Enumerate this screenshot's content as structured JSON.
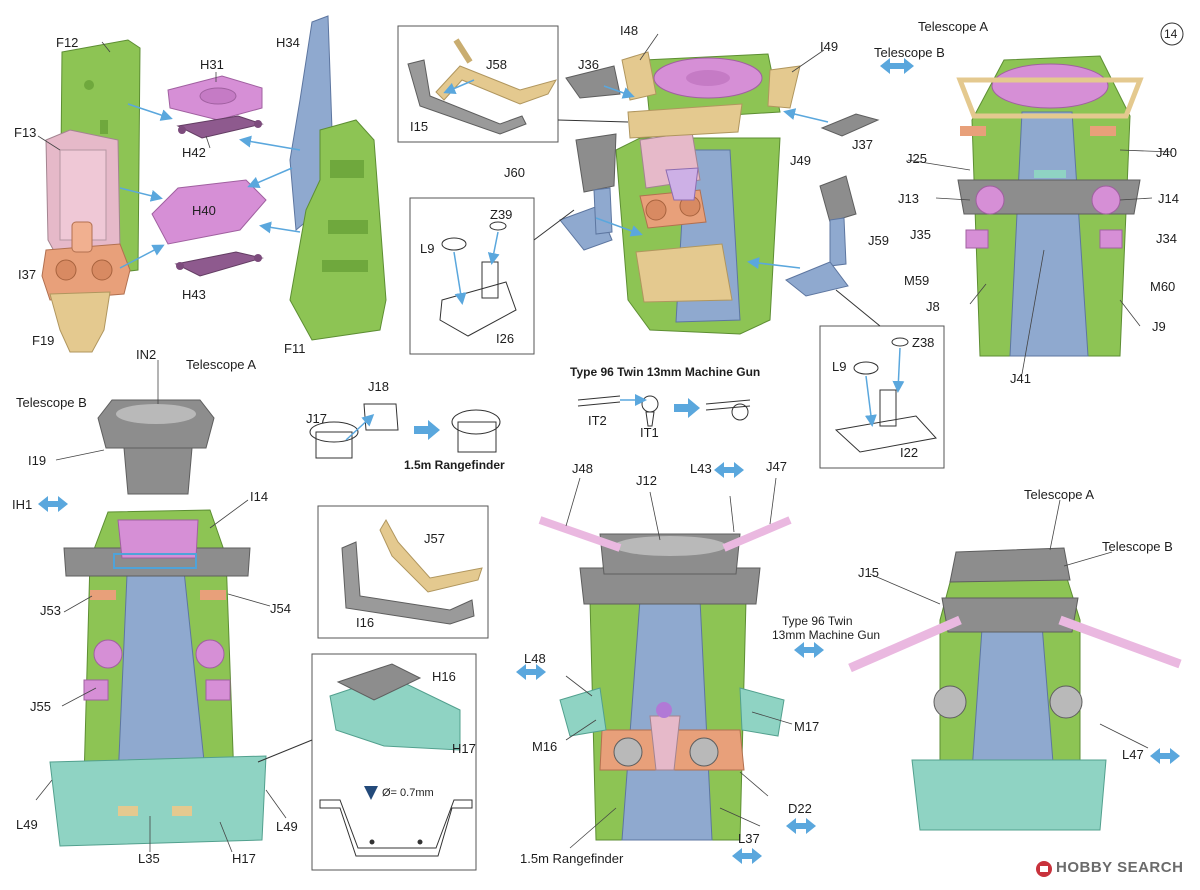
{
  "step_number": "14",
  "colors": {
    "green": "#8dc454",
    "green_dark": "#6fa83d",
    "blue": "#8fa9cf",
    "pink": "#d68fd6",
    "orange": "#e8a07a",
    "tan": "#e4c98f",
    "gray": "#8d8d8d",
    "gray_light": "#b9b9b9",
    "teal": "#8fd3c3",
    "arrow": "#5aa7dd",
    "lavender": "#eab8e0"
  },
  "icons": [
    "rotate-arrow-icon",
    "move-arrow-icon",
    "drill-hole-icon",
    "hobby-search-logo-icon"
  ],
  "labels": {
    "f12": "F12",
    "f13": "F13",
    "f11": "F11",
    "f19": "F19",
    "h31": "H31",
    "h42": "H42",
    "h40": "H40",
    "h43": "H43",
    "h34": "H34",
    "i37": "I37",
    "i48": "I48",
    "i49": "I49",
    "j36": "J36",
    "j58": "J58",
    "i15": "I15",
    "j37": "J37",
    "j60": "J60",
    "j49": "J49",
    "j59": "J59",
    "l9a": "L9",
    "z39": "Z39",
    "i26": "I26",
    "l9b": "L9",
    "z38": "Z38",
    "i22": "I22",
    "tel_a_1": "Telescope A",
    "tel_b_1": "Telescope B",
    "j25": "J25",
    "j40": "J40",
    "j13": "J13",
    "j14": "J14",
    "j35": "J35",
    "j34": "J34",
    "m59": "M59",
    "m60": "M60",
    "j8": "J8",
    "j9": "J9",
    "j41": "J41",
    "in2": "IN2",
    "tel_a_2": "Telescope A",
    "tel_b_2": "Telescope B",
    "i19": "I19",
    "ih1": "IH1",
    "i14": "I14",
    "j53": "J53",
    "j54": "J54",
    "j55": "J55",
    "l49a": "L49",
    "l49b": "L49",
    "l35": "L35",
    "h17a": "H17",
    "j18": "J18",
    "j17": "J17",
    "rangefinder_title": "1.5m Rangefinder",
    "mg_title": "Type 96 Twin 13mm Machine Gun",
    "it2": "IT2",
    "it1": "IT1",
    "j57": "J57",
    "i16": "I16",
    "h16": "H16",
    "h17b": "H17",
    "drill": "Ø= 0.7mm",
    "j48": "J48",
    "j12": "J12",
    "l43": "L43",
    "j47": "J47",
    "mg_line1": "Type 96 Twin",
    "mg_line2": "13mm Machine Gun",
    "l48": "L48",
    "m17": "M17",
    "m16": "M16",
    "d22": "D22",
    "l37": "L37",
    "rangefinder_bottom": "1.5m Rangefinder",
    "tel_a_3": "Telescope A",
    "tel_b_3": "Telescope B",
    "j15": "J15",
    "l47": "L47",
    "watermark": "HOBBY SEARCH"
  }
}
